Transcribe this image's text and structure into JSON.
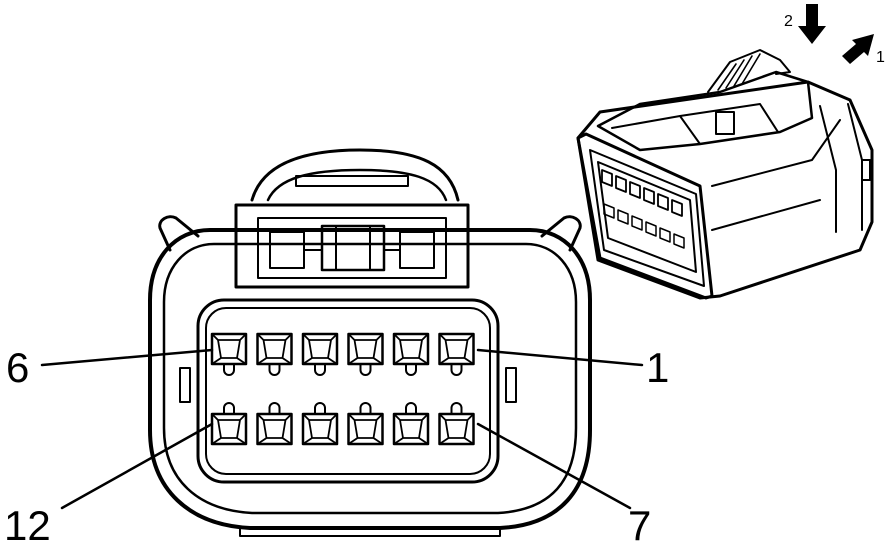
{
  "pin_labels": {
    "top_left": "6",
    "top_right": "1",
    "bottom_left": "12",
    "bottom_right": "7"
  },
  "release_steps": {
    "step_push": "2",
    "step_slide": "1"
  },
  "terminal_rows": {
    "top_count": 6,
    "bottom_count": 6
  },
  "colors": {
    "line": "#000000",
    "fill": "#ffffff",
    "shade": "#d9d9d9"
  }
}
